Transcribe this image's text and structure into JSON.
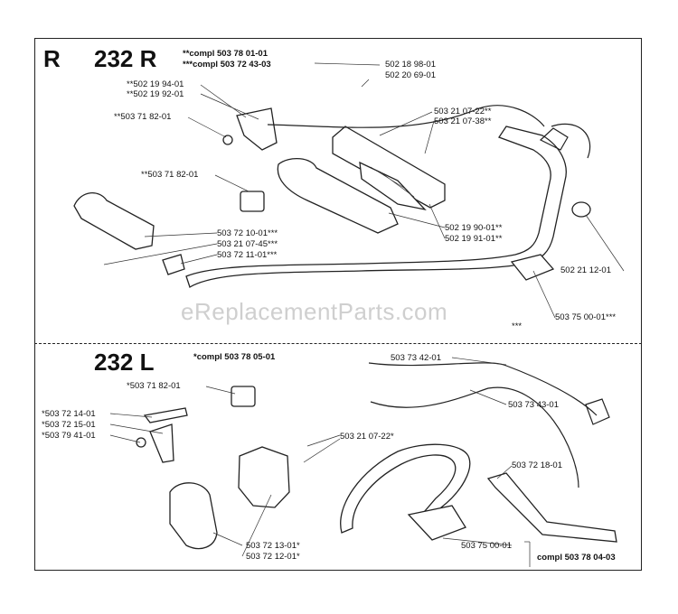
{
  "header": {
    "section_letter": "R",
    "model_r": "232 R",
    "compl_r_1": "**compl 503 78 01-01",
    "compl_r_2": "***compl 503 72 43-03",
    "model_l": "232 L",
    "compl_l": "*compl 503 78 05-01"
  },
  "labels_r": {
    "p1": "502 18 98-01",
    "p2": "502 20 69-01",
    "p3": "**502 19 94-01",
    "p4": "**502 19 92-01",
    "p5": "**503 71 82-01",
    "p6": "503 21 07-22**",
    "p7": "503 21 07-38**",
    "p8": "**503 71 82-01",
    "p9": "502 19 90-01**",
    "p10": "502 19 91-01**",
    "p11": "503 72 10-01***",
    "p12": "503 21 07-45***",
    "p13": "503 72 11-01***",
    "p14": "502 21 12-01",
    "p15": "503 75 00-01***",
    "p16": "***"
  },
  "labels_l": {
    "p1": "*503 71 82-01",
    "p2": "503 73 42-01",
    "p3": "503 73 43-01",
    "p4": "*503 72 14-01",
    "p5": "*503 72 15-01",
    "p6": "*503 79 41-01",
    "p7": "503 21 07-22*",
    "p8": "503 72 18-01",
    "p9": "503 72 13-01*",
    "p10": "503 72 12-01*",
    "p11": "503 75 00-01",
    "p12": "compl 503 78 04-03"
  },
  "watermark": "eReplacementParts.com"
}
